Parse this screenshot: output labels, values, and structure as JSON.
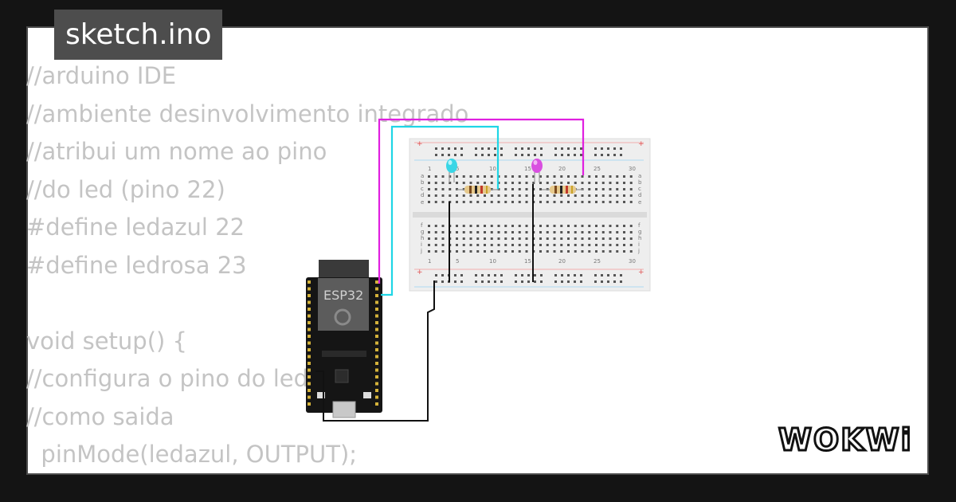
{
  "file_tab": {
    "label": "sketch.ino"
  },
  "code_lines": [
    "//arduino IDE",
    "//ambiente desinvolvimento integrado",
    "//atribui um nome ao pino",
    "//do led (pino 22)",
    "#define ledazul 22",
    "#define ledrosa 23",
    "",
    "void setup() {",
    "//configura o pino do led",
    "//como saida",
    "  pinMode(ledazul, OUTPUT);"
  ],
  "circuit": {
    "board_label": "ESP32",
    "breadboard_row_numbers": [
      "1",
      "5",
      "10",
      "15",
      "20",
      "25",
      "30"
    ],
    "breadboard_row_letters_top": [
      "a",
      "b",
      "c",
      "d",
      "e"
    ],
    "breadboard_row_letters_bottom": [
      "f",
      "g",
      "h",
      "i",
      "j"
    ],
    "led_colors": {
      "blue": "#39d6e6",
      "pink": "#d94fe0"
    },
    "wire_colors": {
      "cyan": "#1fd6e6",
      "magenta": "#e020e0",
      "black": "#111111"
    }
  },
  "brand": {
    "logo_text": "WOKWi"
  },
  "colors": {
    "background": "#141414",
    "card": "#ffffff",
    "tab": "#4d4d4d",
    "code_text": "#c4c4c4"
  }
}
